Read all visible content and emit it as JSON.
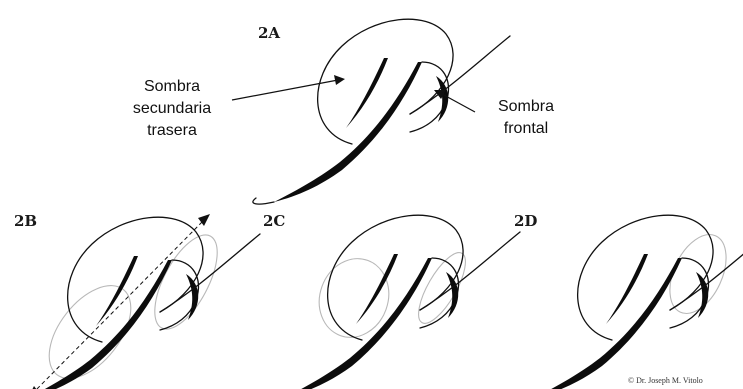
{
  "figures": {
    "a": {
      "label": "2A"
    },
    "b": {
      "label": "2B"
    },
    "c": {
      "label": "2C"
    },
    "d": {
      "label": "2D"
    }
  },
  "callouts": {
    "secondary": {
      "line1": "Sombra",
      "line2": "secundaria",
      "line3": "trasera"
    },
    "front": {
      "line1": "Sombra",
      "line2": "frontal"
    }
  },
  "credit": "© Dr. Joseph M. Vitolo",
  "colors": {
    "ink": "#111111",
    "guide": "#b8b8b8",
    "background": "#ffffff"
  }
}
